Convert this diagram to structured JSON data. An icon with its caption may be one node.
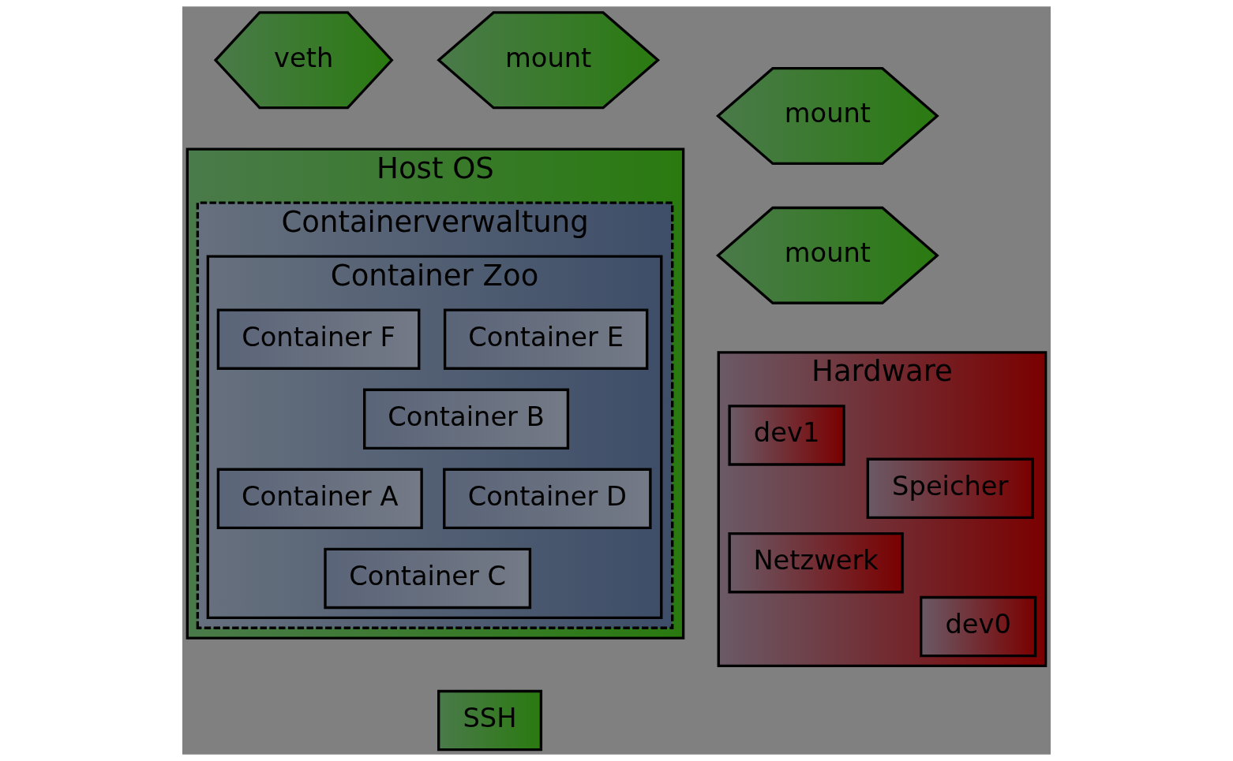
{
  "diagram": {
    "nodes": [
      {
        "text": [
          "Host OS"
        ]
      },
      {
        "text": [
          "Hardware"
        ]
      },
      {
        "text": [
          "Containerverwaltung"
        ],
        "in": 0
      },
      {
        "text": [
          "Container Zoo"
        ],
        "in": 2
      },
      {
        "text": [
          "Container A"
        ],
        "in": 3
      },
      {
        "text": [
          "Container B"
        ],
        "in": 3
      },
      {
        "text": [
          "Container C"
        ],
        "in": 3
      },
      {
        "text": [
          "Container D"
        ],
        "in": 3
      },
      {
        "text": [
          "Container E"
        ],
        "in": 3
      },
      {
        "text": [
          "Container F"
        ],
        "in": 3
      },
      {
        "text": [
          "mount"
        ]
      },
      {
        "text": [
          "Speicher"
        ],
        "in": 1
      },
      {
        "text": [
          "veth"
        ]
      },
      {
        "text": [
          "Netzwerk"
        ],
        "in": 1
      },
      {
        "text": [
          "mount"
        ]
      },
      {
        "text": [
          "dev1"
        ],
        "in": 1
      },
      {
        "text": [
          "mount"
        ]
      },
      {
        "text": [
          "dev0"
        ],
        "in": 1
      },
      {
        "text": [
          "SSH"
        ]
      }
    ]
  }
}
